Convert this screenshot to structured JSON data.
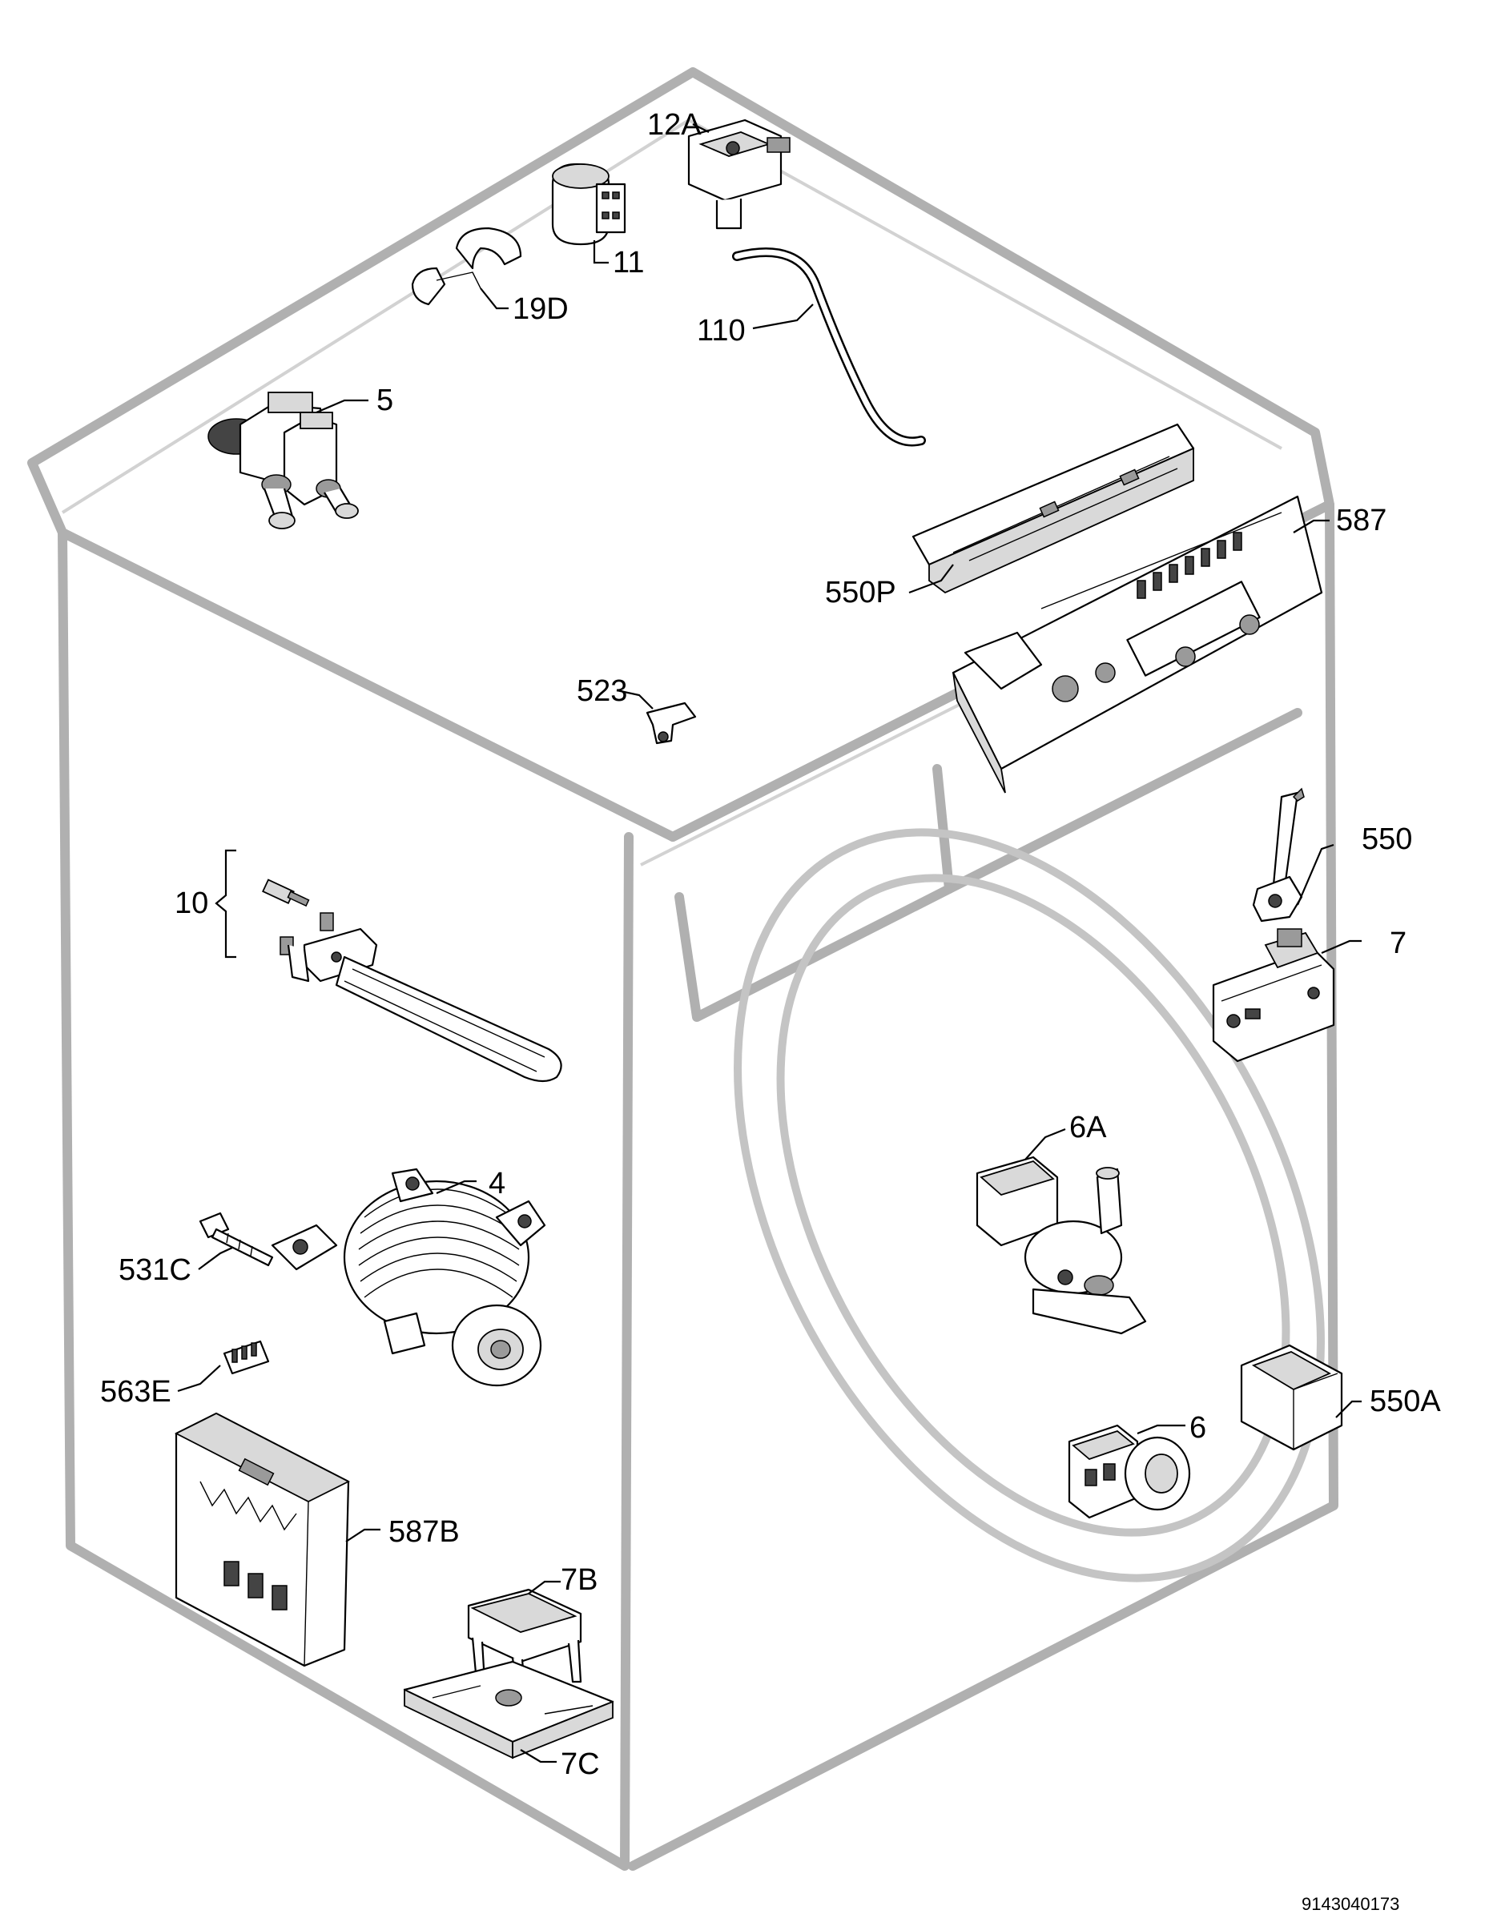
{
  "diagram": {
    "document_id": "9143040173",
    "labels": {
      "p12A": "12A",
      "p11": "11",
      "p19D": "19D",
      "p110": "110",
      "p5": "5",
      "p587": "587",
      "p550P": "550P",
      "p523": "523",
      "p550": "550",
      "p10": "10",
      "p7": "7",
      "p6A": "6A",
      "p4": "4",
      "p531C": "531C",
      "p563E": "563E",
      "p550A": "550A",
      "p6": "6",
      "p587B": "587B",
      "p7B": "7B",
      "p7C": "7C"
    }
  }
}
